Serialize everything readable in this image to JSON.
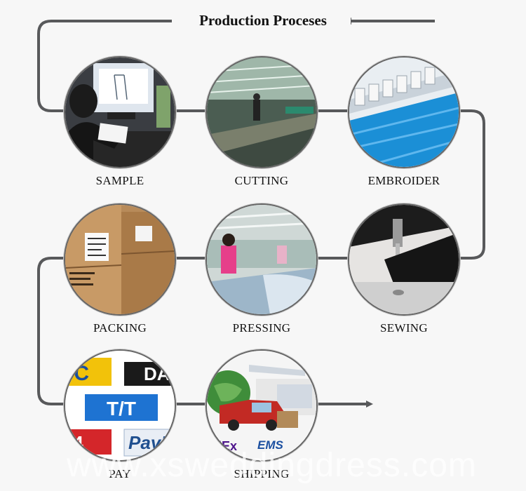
{
  "diagram": {
    "title": "Production Proceses",
    "steps": [
      {
        "id": "sample",
        "label": "SAMPLE"
      },
      {
        "id": "cutting",
        "label": "CUTTING"
      },
      {
        "id": "embroider",
        "label": "EMBROIDER"
      },
      {
        "id": "sewing",
        "label": "SEWING"
      },
      {
        "id": "pressing",
        "label": "PRESSING"
      },
      {
        "id": "packing",
        "label": "PACKING"
      },
      {
        "id": "pay",
        "label": "PAY"
      },
      {
        "id": "shipping",
        "label": "SHIPPING"
      }
    ]
  },
  "pay_marks": [
    "/C",
    "DA",
    "T/T",
    "/4",
    "PayP"
  ],
  "shipping_marks": [
    "dEx",
    "EMS"
  ],
  "watermark": "www.xsweddingdress.com",
  "colors": {
    "connector": "#58595b",
    "background": "#f7f7f7",
    "tt_blue": "#1e73d2",
    "lc_yellow": "#f2c20a",
    "red": "#d4262a"
  }
}
